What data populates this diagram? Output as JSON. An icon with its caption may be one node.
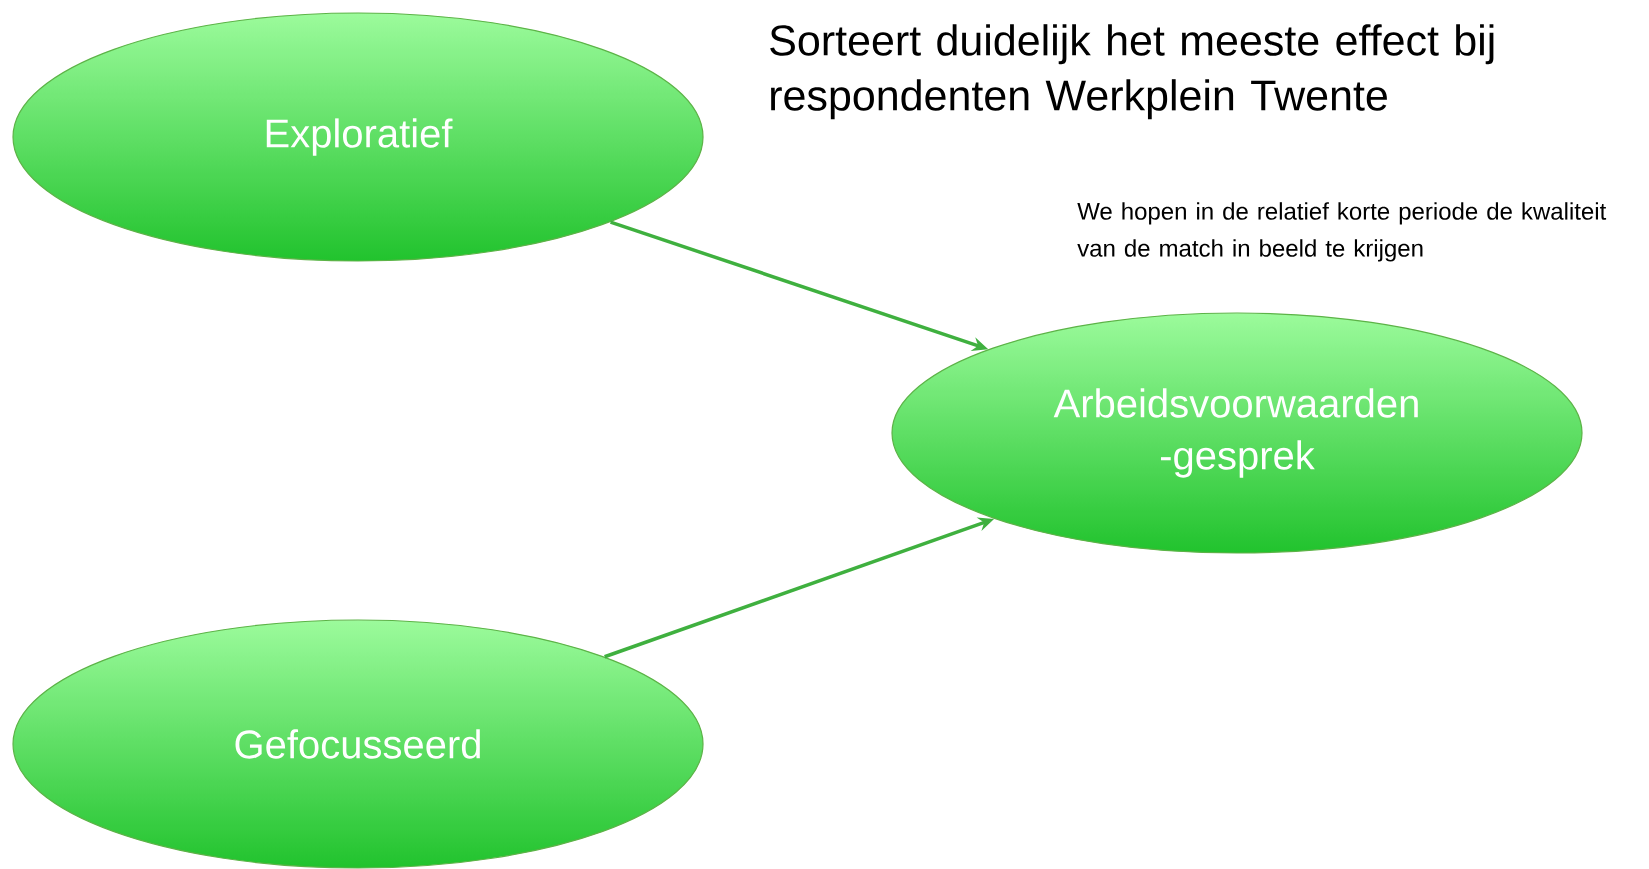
{
  "diagram": {
    "title": "Sorteert duidelijk het meeste effect bij respondenten Werkplein Twente",
    "nodes": [
      {
        "text": [
          "Exploratief"
        ]
      },
      {
        "text": [
          "Gefocusseerd"
        ]
      },
      {
        "text": [
          "Arbeidsvoorwaarden -gesprek"
        ]
      }
    ],
    "edges": [
      {
        "from": 0,
        "to": 2,
        "arrow": "to"
      },
      {
        "from": 1,
        "to": 2,
        "arrow": "to"
      }
    ],
    "labels": [
      "We hopen in de relatief korte periode de kwaliteit van de match in beeld te krijgen"
    ]
  }
}
